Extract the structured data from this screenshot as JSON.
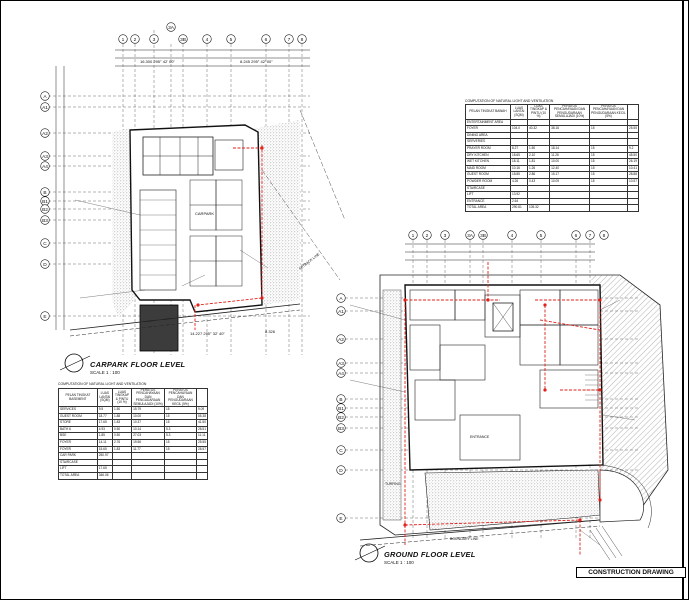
{
  "drawing": {
    "carpark_title": "CARPARK FLOOR LEVEL",
    "carpark_scale": "SCALE 1 : 100",
    "ground_title": "GROUND FLOOR LEVEL",
    "ground_scale": "SCALE 1 : 100",
    "stamp": "CONSTRUCTION DRAWING",
    "table_caption": "COMPUTATION OF NATURAL LIGHT AND VENTILATION",
    "grid_top_left": [
      "1",
      "2",
      "3",
      "3A",
      "3B",
      "4",
      "5",
      "6",
      "7",
      "8"
    ],
    "grid_top_right": [
      "1",
      "2",
      "3",
      "3A",
      "3B",
      "4",
      "5",
      "6",
      "7",
      "8"
    ],
    "grid_side_left": [
      "A",
      "A1",
      "A2",
      "A3",
      "A4",
      "B",
      "B1",
      "B2",
      "B3",
      "C",
      "D",
      "E"
    ],
    "grid_side_right": [
      "A",
      "A1",
      "A2",
      "A3",
      "A4",
      "B",
      "B1",
      "B2",
      "B3",
      "C",
      "D",
      "E"
    ],
    "bearing_a": "16.300  295° 42' 00\"",
    "bearing_b": "8.245  295° 42' 00\"",
    "bearing_c": "14.227  295° 32' 40\"",
    "bearing_d": "8.326",
    "label_carpark": "CARPARK",
    "label_setback": "SETBACK LINE",
    "label_boundary": "BOUNDARY LINE",
    "label_entrance": "ENTRANCE",
    "label_turfing": "TURFING"
  },
  "table_basement": {
    "headers": [
      "PELAN TINGKAT BASEMENT",
      "LUAS LANTAI (SQM)",
      "LUAS TINGKAP & PINTU (10 %)",
      "PERATUS PENCAHAYAAN DAN PENGUDARAAN SEMULAJADI (10%)",
      "PERATUS PENCAHAYAAN DAN PENGUDARAAN KECIL (5%)"
    ],
    "rows": [
      [
        "SERVICES",
        "9.5",
        "1.50",
        "15.79",
        "15",
        "9.09"
      ],
      [
        "GUEST ROOM",
        "18.77",
        "1.88",
        "10.00",
        "15",
        "55.38"
      ],
      [
        "STORE",
        "17.65",
        "1.83",
        "10.37",
        "15",
        "41.50"
      ],
      [
        "BATH 6",
        "4.93",
        "0.50",
        "10.14",
        "5.3",
        "28.51"
      ],
      [
        "BSE",
        "1.85",
        "0.50",
        "27.03",
        "5.3",
        "11.11"
      ],
      [
        "FOYER",
        "14.11",
        "2.76",
        "19.56",
        "15",
        "25.55"
      ],
      [
        "FOYER",
        "15.65",
        "1.83",
        "11.77",
        "15",
        "28.57"
      ],
      [
        "CAR PARK",
        "250.97",
        "",
        "",
        "",
        ""
      ],
      [
        "STAIRCASE",
        "",
        "",
        "",
        "",
        ""
      ],
      [
        "LIFT",
        "17.65",
        "",
        "",
        "",
        ""
      ],
      [
        "TOTAL AREA",
        "346.06",
        "",
        "",
        "",
        ""
      ]
    ]
  },
  "table_ground": {
    "headers": [
      "PELAN TINGKAT BAWAH",
      "LUAS LANTAI (SQM)",
      "LUAS TINGKAP & PINTU (10 %)",
      "PERATUS PENCAHAYAAN DAN PENGUDARAAN SEMULAJADI (10%)",
      "PERATUS PENCAHAYAAN DAN PENGUDARAAN KECIL (5%)"
    ],
    "rows": [
      [
        "ENTERTAINMENT AREA",
        "",
        "",
        "",
        "",
        ""
      ],
      [
        "FOYER",
        "104.0",
        "40.32",
        "38.16",
        "15",
        "25.55"
      ],
      [
        "DINING AREA",
        "",
        "",
        "",
        "",
        ""
      ],
      [
        "SERVERIES",
        "",
        "",
        "",
        "",
        ""
      ],
      [
        "PRAYER ROOM",
        "8.27",
        "1.50",
        "18.14",
        "15",
        "9.2"
      ],
      [
        "DRY KITCHEN",
        "18.65",
        "2.10",
        "11.26",
        "15",
        "45.50"
      ],
      [
        "WET KITCHEN",
        "18.11",
        "1.81",
        "10.00",
        "15",
        "26.19"
      ],
      [
        "MAID ROOM",
        "10.16",
        "1.26",
        "12.40",
        "15",
        "10.41"
      ],
      [
        "GUEST ROOM",
        "18.85",
        "2.86",
        "15.17",
        "15",
        "28.88"
      ],
      [
        "POWDER ROOM",
        "4.26",
        "0.43",
        "10.09",
        "15",
        "10.57"
      ],
      [
        "STAIRCASE",
        "",
        "",
        "",
        "",
        ""
      ],
      [
        "LIFT",
        "13.92",
        "",
        "",
        "",
        ""
      ],
      [
        "ENTRANCE",
        "2.64",
        "",
        "",
        "",
        ""
      ],
      [
        "TOTAL AREA",
        "290.81",
        "105.32",
        "",
        "",
        ""
      ]
    ]
  }
}
